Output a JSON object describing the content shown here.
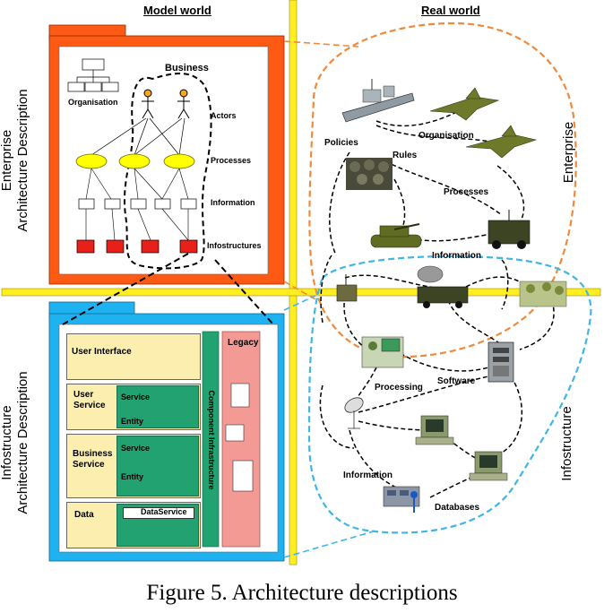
{
  "headers": {
    "model_world": "Model world",
    "real_world": "Real world"
  },
  "side_labels": {
    "enterprise_desc_line1": "Enterprise",
    "enterprise_desc_line2": "Architecture Description",
    "infostructure_desc_line1": "Infostructure",
    "infostructure_desc_line2": "Architecture Description",
    "enterprise": "Enterprise",
    "infostructure": "Infostructure"
  },
  "enterprise_model": {
    "organisation": "Organisation",
    "business": "Business",
    "actors": "Actors",
    "processes": "Processes",
    "information": "Information",
    "infostructures": "Infostructures"
  },
  "infostructure_model": {
    "user_interface": "User Interface",
    "user_service": "User Service",
    "business_service": "Business Service",
    "data": "Data",
    "service": "Service",
    "entity": "Entity",
    "data_service": "DataService",
    "component_infrastructure": "Component Infrastructure",
    "legacy": "Legacy"
  },
  "real_world": {
    "policies": "Policies",
    "organisation": "Organisation",
    "rules": "Rules",
    "processes": "Processes",
    "information_top": "Information",
    "processing": "Processing",
    "software": "Software",
    "information_bottom": "Information",
    "databases": "Databases"
  },
  "caption": "Figure 5. Architecture descriptions",
  "colors": {
    "enterprise_frame": "#ff5a14",
    "infostructure_frame": "#1fb2f0",
    "axis_yellow": "#ffee22",
    "enterprise_dash": "#f08a3a",
    "infostructure_dash": "#3fb6e6",
    "process_ellipse": "#ffff00",
    "infostructure_box": "#e8201a",
    "service_green": "#22a270",
    "legacy_pink": "#f39a95"
  }
}
